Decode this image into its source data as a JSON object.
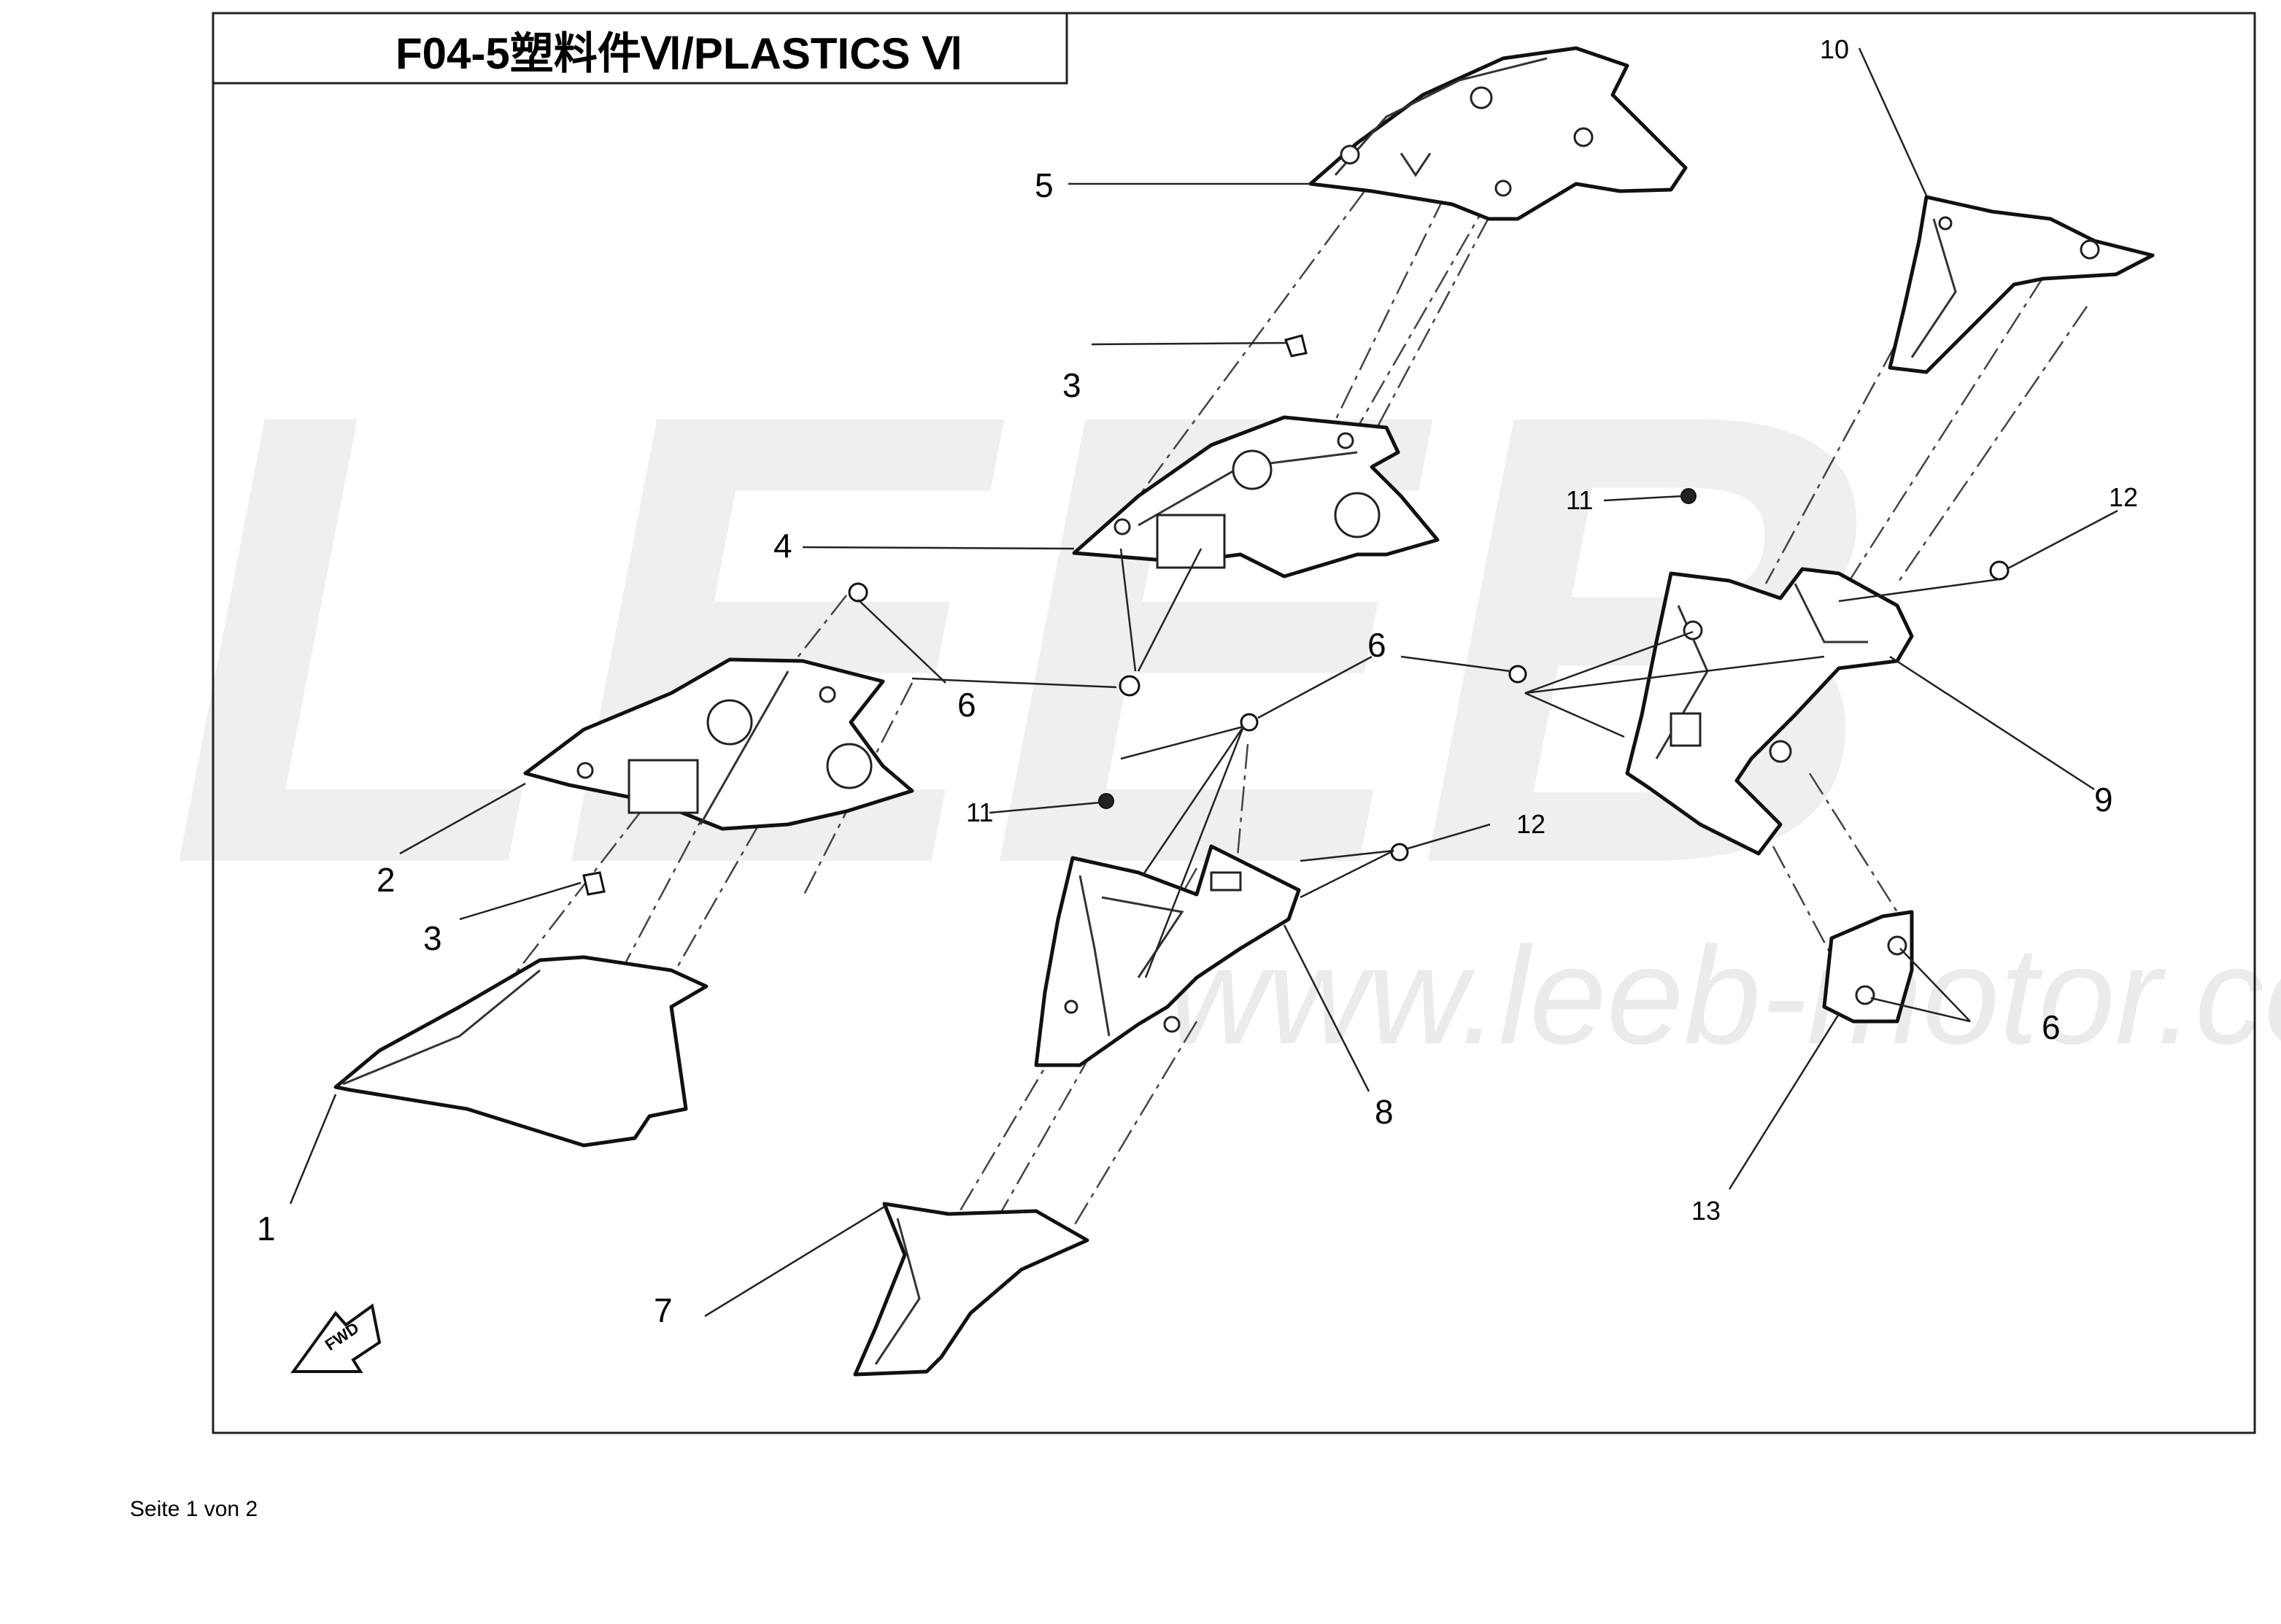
{
  "title": "F04-5塑料件Ⅵ/PLASTICS Ⅵ",
  "watermark": {
    "brand": "LEEB",
    "url": "www.leeb-motor.com"
  },
  "fwd_label": "FWD",
  "callouts": {
    "c1": "1",
    "c2": "2",
    "c3a": "3",
    "c3b": "3",
    "c4": "4",
    "c5": "5",
    "c6a": "6",
    "c6b": "6",
    "c6c": "6",
    "c7": "7",
    "c8": "8",
    "c9": "9",
    "c10": "10",
    "c11a": "11",
    "c11b": "11",
    "c12a": "12",
    "c12b": "12",
    "c13": "13"
  },
  "footer": "Seite 1 von 2"
}
